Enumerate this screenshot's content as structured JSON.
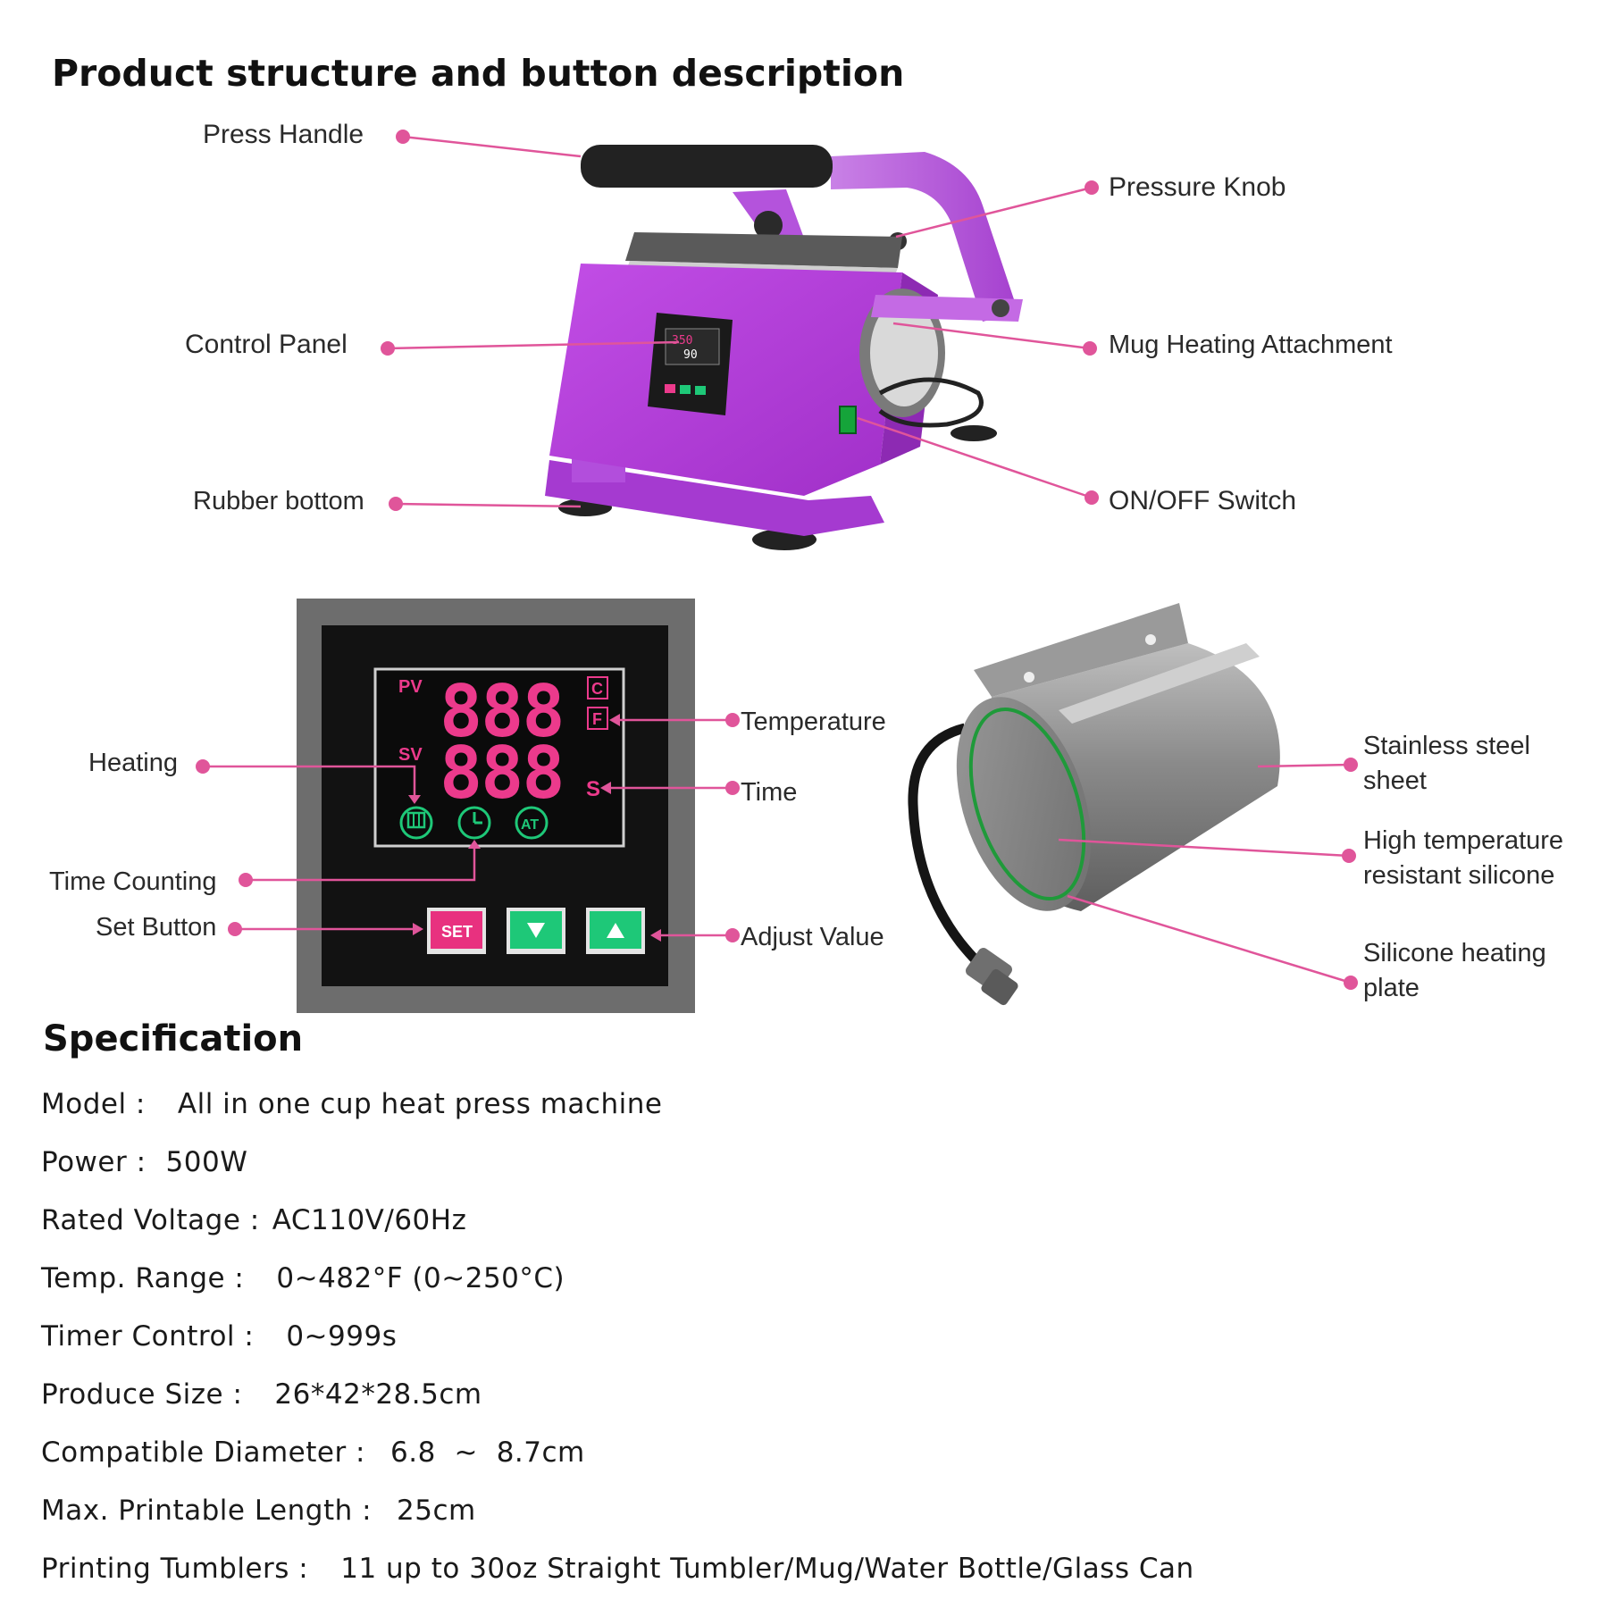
{
  "header": {
    "title": "Product structure and button description"
  },
  "machine_callouts": {
    "press_handle": "Press Handle",
    "pressure_knob": "Pressure Knob",
    "control_panel": "Control Panel",
    "mug_heating_attachment": "Mug Heating Attachment",
    "rubber_bottom": "Rubber bottom",
    "on_off_switch": "ON/OFF Switch"
  },
  "control_panel": {
    "pv_label": "PV",
    "sv_label": "SV",
    "pv_digits": "888",
    "sv_digits": "888",
    "unit_c": "C",
    "unit_f": "F",
    "unit_s": "S",
    "at_icon_text": "AT",
    "set_button": "SET",
    "mini_display_pv": "350",
    "mini_display_sv": "90",
    "callouts": {
      "heating": "Heating",
      "time_counting": "Time Counting",
      "set_button": "Set Button",
      "temperature": "Temperature",
      "time": "Time",
      "adjust_value": "Adjust Value"
    }
  },
  "heating_element_callouts": {
    "stainless_steel_sheet": [
      "Stainless steel",
      "sheet"
    ],
    "silicone": [
      "High temperature",
      "resistant silicone"
    ],
    "silicone_heating_plate": [
      "Silicone heating",
      "plate"
    ]
  },
  "specification": {
    "title": "Specification",
    "items": [
      {
        "key": "Model :",
        "value": "All in one cup heat press machine"
      },
      {
        "key": "Power :",
        "value": "500W"
      },
      {
        "key": "Rated Voltage :",
        "value": "AC110V/60Hz"
      },
      {
        "key": "Temp. Range :",
        "value": "0~482°F (0~250°C)"
      },
      {
        "key": "Timer Control :",
        "value": "0~999s"
      },
      {
        "key": "Produce Size :",
        "value": "26*42*28.5cm"
      },
      {
        "key": "Compatible Diameter :",
        "value": "6.8  ~  8.7cm"
      },
      {
        "key": "Max. Printable Length :",
        "value": "25cm"
      },
      {
        "key": "Printing Tumblers :",
        "value": "11 up to 30oz Straight Tumbler/Mug/Water Bottle/Glass Can"
      }
    ]
  },
  "colors": {
    "machine": "#b63cdc",
    "callout": "#e0559a",
    "digits": "#ec3a8c",
    "green": "#1ec878"
  }
}
